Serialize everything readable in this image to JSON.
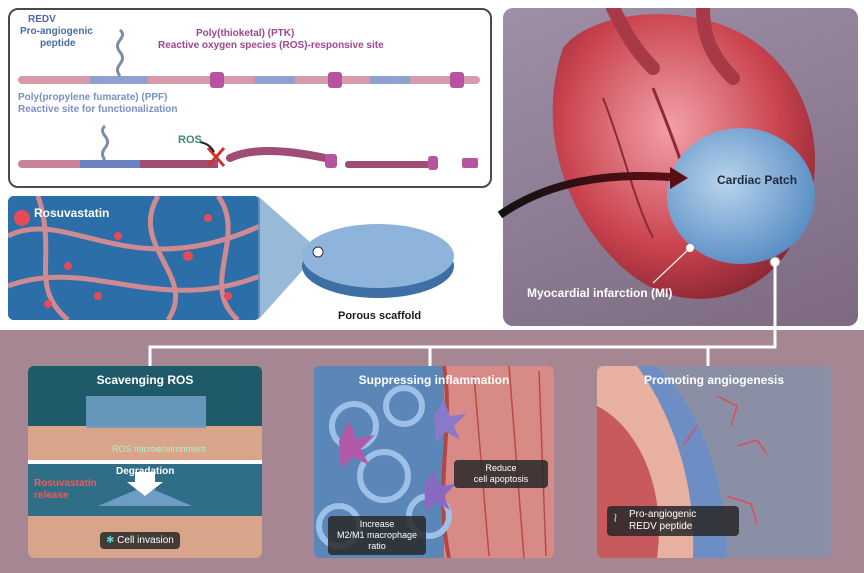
{
  "polymer": {
    "redv_title": "REDV",
    "redv_line1": "Pro-angiogenic",
    "redv_line2": "peptide",
    "ptk_title": "Poly(thioketal) (PTK)",
    "ptk_subtitle": "Reactive oxygen species (ROS)-responsive site",
    "ppf_title": "Poly(propylene fumarate) (PPF)",
    "ppf_subtitle": "Reactive site for functionalization",
    "ros_label": "ROS"
  },
  "scaffold": {
    "rosuvastatin_label": "Rosuvastatin",
    "porous_label": "Porous scaffold"
  },
  "heart": {
    "patch_label": "Cardiac Patch",
    "mi_label": "Myocardial infarction (MI)"
  },
  "panels": {
    "scavenging": {
      "title": "Scavenging ROS",
      "ros_text": "ROS microenvironment",
      "degradation": "Degradation",
      "release_line1": "Rosuvastatin",
      "release_line2": "release",
      "cell_invasion": "Cell invasion"
    },
    "inflammation": {
      "title": "Suppressing inflammation",
      "reduce_line1": "Reduce",
      "reduce_line2": "cell apoptosis",
      "increase_line1": "Increase",
      "increase_line2": "M2/M1 macrophage",
      "increase_line3": "ratio"
    },
    "angiogenesis": {
      "title": "Promoting angiogenesis",
      "peptide_line1": "Pro-angiogenic",
      "peptide_line2": "REDV peptide"
    }
  },
  "colors": {
    "redv_blue": "#4a6aa8",
    "ptk_purple": "#a0458f",
    "ppf_blue": "#7a8fc4",
    "ros_green": "#3c8c6a",
    "band": "#a78694"
  }
}
